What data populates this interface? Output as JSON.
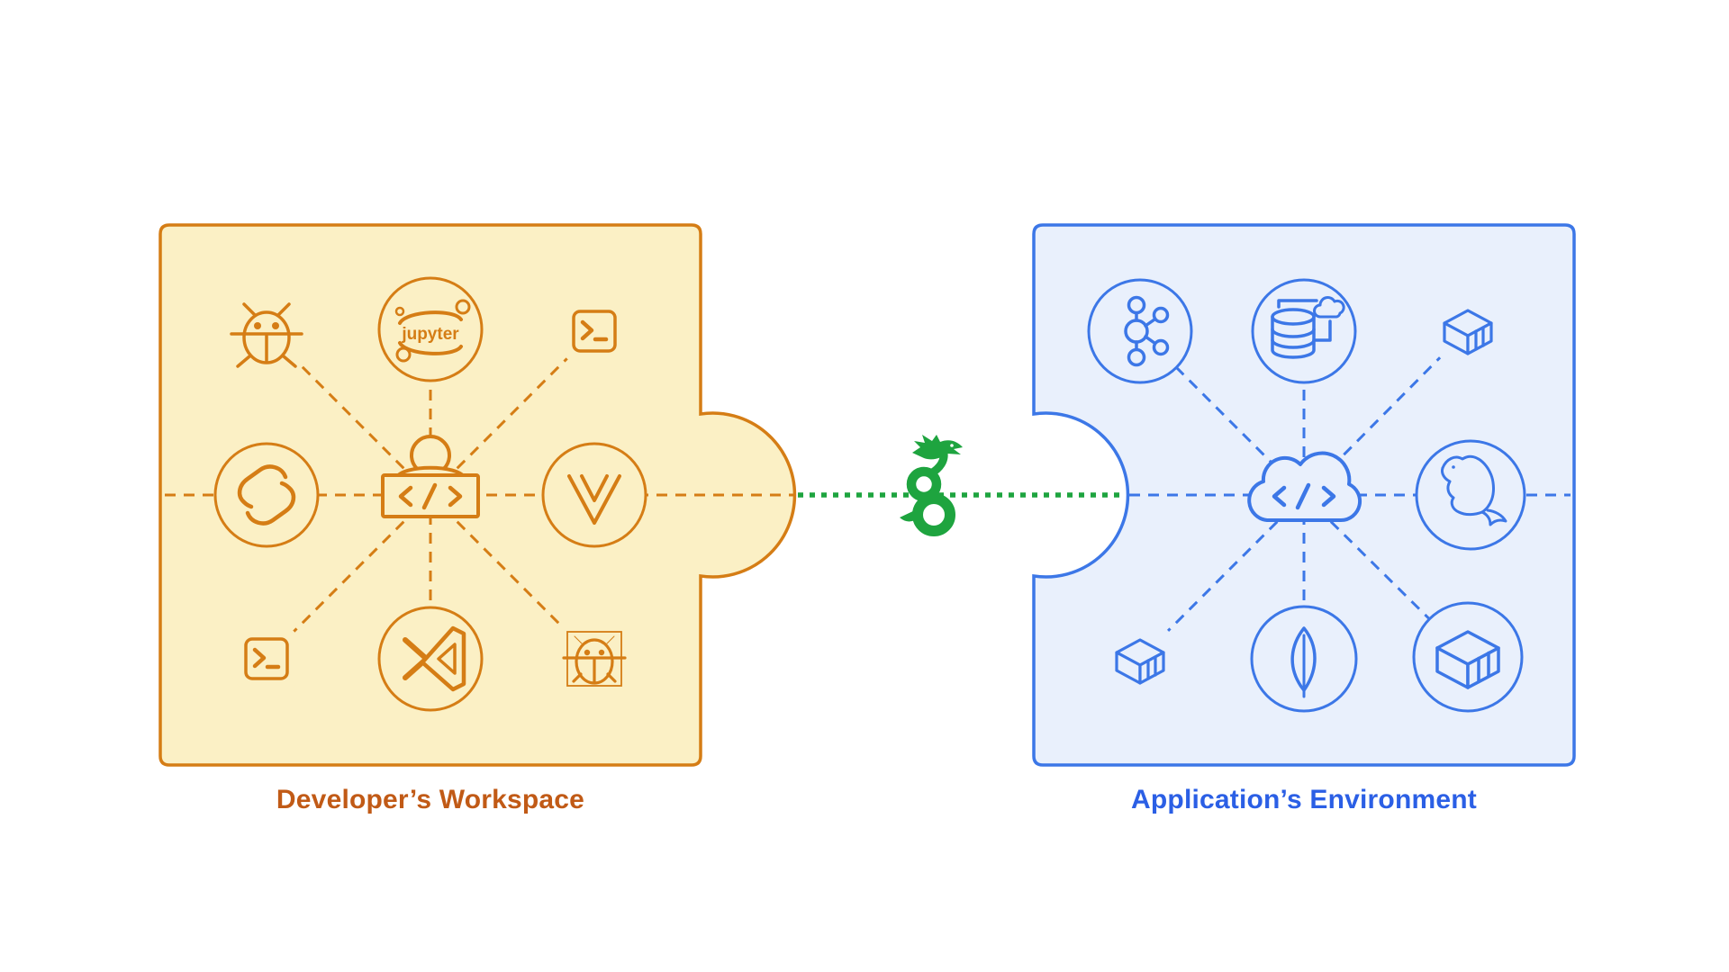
{
  "diagram": {
    "left_panel": {
      "label": "Developer’s Workspace",
      "label_color": "#C15A16",
      "fill_color": "#FBF0C5",
      "stroke_color": "#D57D15",
      "hub_icon": "developer-code-hub",
      "icons": [
        {
          "name": "bug-icon",
          "position": "top-left"
        },
        {
          "name": "jupyter-icon",
          "position": "top-center",
          "text": "jupyter"
        },
        {
          "name": "terminal-icon",
          "position": "top-right"
        },
        {
          "name": "svelte-icon",
          "position": "middle-left"
        },
        {
          "name": "vue-icon",
          "position": "middle-right"
        },
        {
          "name": "terminal-icon",
          "position": "bottom-left"
        },
        {
          "name": "vscode-icon",
          "position": "bottom-center"
        },
        {
          "name": "bug-frame-icon",
          "position": "bottom-right"
        }
      ]
    },
    "right_panel": {
      "label": "Application’s Environment",
      "label_color": "#2B5FE5",
      "fill_color": "#E9F0FC",
      "stroke_color": "#3C77E7",
      "hub_icon": "cloud-code-hub",
      "icons": [
        {
          "name": "kafka-icon",
          "position": "top-left"
        },
        {
          "name": "database-sync-icon",
          "position": "top-center"
        },
        {
          "name": "container-cube-icon",
          "position": "top-right"
        },
        {
          "name": "mysql-icon",
          "position": "middle-right"
        },
        {
          "name": "container-cube-icon",
          "position": "bottom-left"
        },
        {
          "name": "mongodb-icon",
          "position": "bottom-center"
        },
        {
          "name": "container-cube-large-icon",
          "position": "bottom-right"
        }
      ]
    },
    "connector": {
      "icon": "wireguard-dragon-icon",
      "color": "#1EA43F"
    }
  }
}
